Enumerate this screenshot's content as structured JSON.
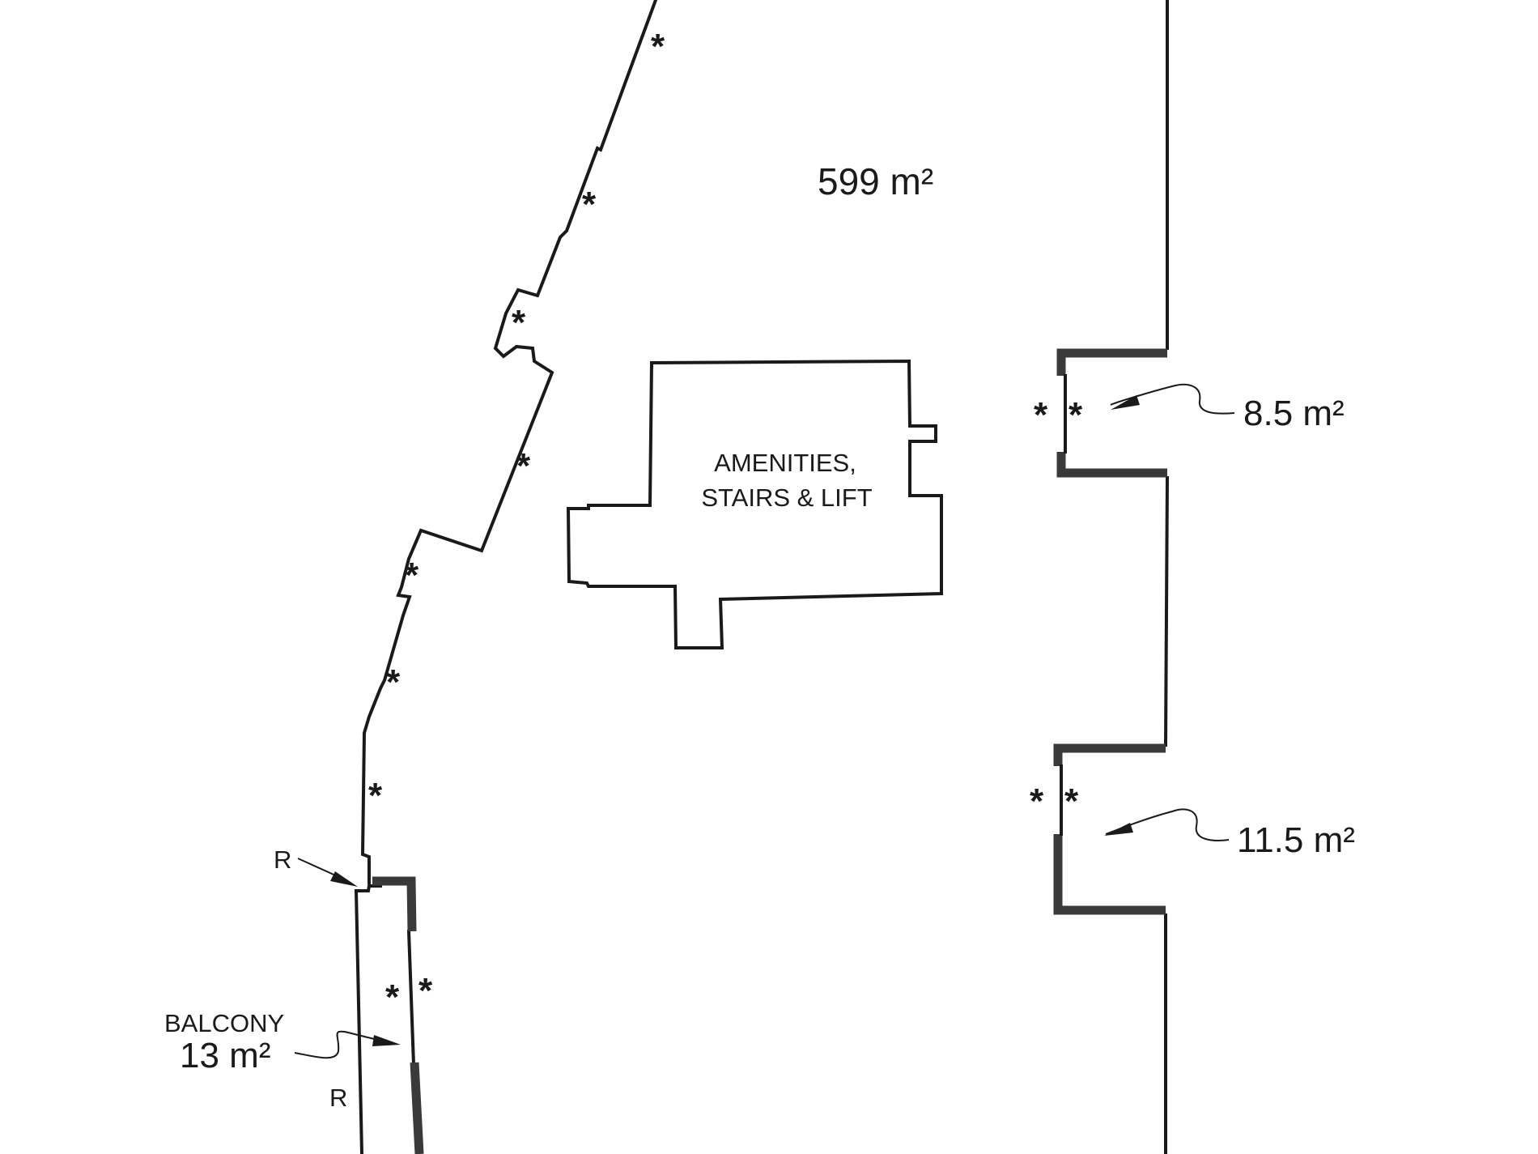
{
  "plan": {
    "main_area": "599 m²",
    "core_label_line1": "AMENITIES,",
    "core_label_line2": "STAIRS & LIFT",
    "bay_upper_area": "8.5 m²",
    "bay_lower_area": "11.5 m²",
    "balcony_label": "BALCONY",
    "balcony_area": "13 m²",
    "r_marker": "R",
    "star_marker": "*"
  }
}
